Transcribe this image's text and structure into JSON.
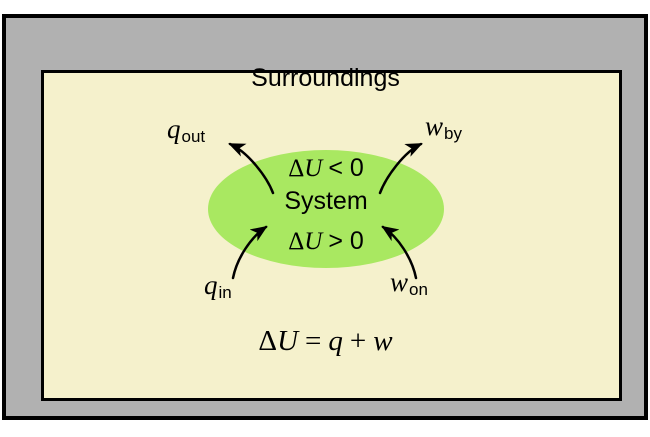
{
  "diagram": {
    "title": "Surroundings",
    "system": {
      "du_decrease": {
        "delta": "Δ",
        "var": "U",
        "relation": "< 0"
      },
      "name": "System",
      "du_increase": {
        "delta": "Δ",
        "var": "U",
        "relation": "> 0"
      }
    },
    "flows": {
      "q_out": {
        "symbol": "q",
        "subscript": "out"
      },
      "w_by": {
        "symbol": "w",
        "subscript": "by"
      },
      "q_in": {
        "symbol": "q",
        "subscript": "in"
      },
      "w_on": {
        "symbol": "w",
        "subscript": "on"
      }
    },
    "equation": {
      "delta": "Δ",
      "var": "U",
      "equals": "=",
      "heat": "q",
      "plus": "+",
      "work": "w"
    },
    "colors": {
      "frame_gray": "#b1b1b1",
      "background_cream": "#f5f1cc",
      "system_green": "#a9e861",
      "ink_black": "#000000"
    }
  }
}
